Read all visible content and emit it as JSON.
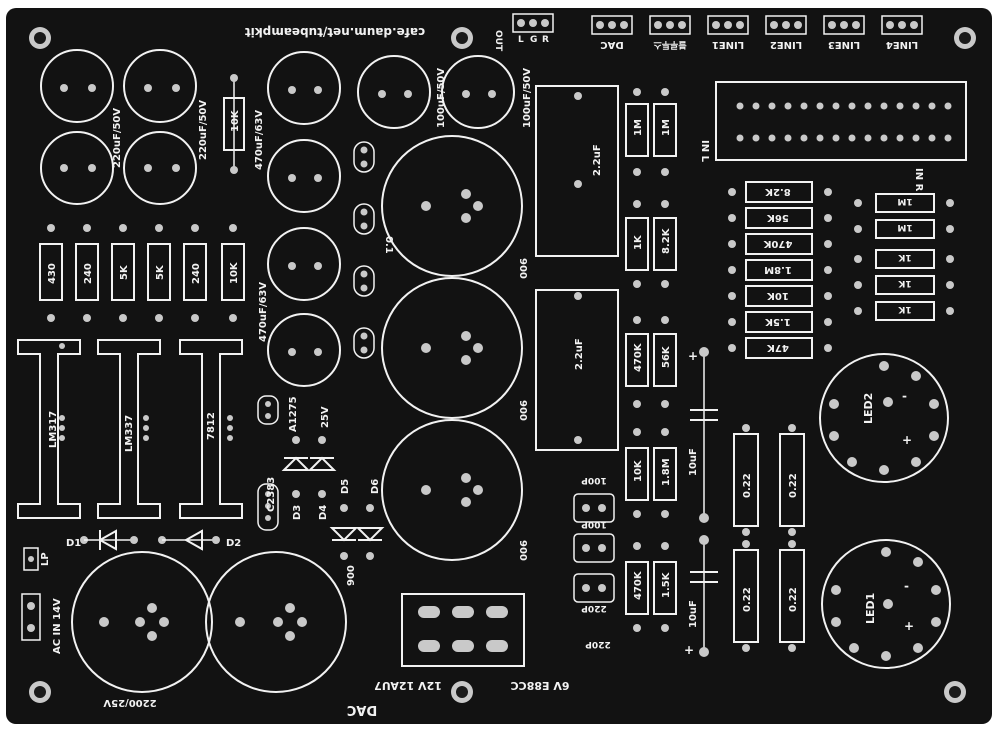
{
  "board": {
    "url_text": "cafe.daum.net/tubeampkit",
    "out_label": "OUT",
    "out_pins": [
      "L",
      "G",
      "R"
    ],
    "inputs": [
      "DAC",
      "블루투스",
      "LINE1",
      "LINE2",
      "LINE3",
      "LINE4"
    ],
    "in_l": "IN L",
    "in_r": "IN R",
    "caps_small_rating": "220uF/50V",
    "caps_small_rating2": "220uF/50V",
    "res_10k_top": "10K",
    "cap_470_a": "470uF/63V",
    "cap_470_b": "470uF/63V",
    "cap_100_a": "100uF/50V",
    "cap_100_b": "100uF/50V",
    "film_cap_1": "2.2uF",
    "film_cap_2": "2.2uF",
    "res_1m_a": "1M",
    "res_1m_b": "1M",
    "res_1k": "1K",
    "res_82k": "8.2K",
    "res_470k_a": "470K",
    "res_56k": "56K",
    "res_10k_b": "10K",
    "res_18m": "1.8M",
    "res_470k_b": "470K",
    "res_15k": "1.5K",
    "left_resistors": [
      "430",
      "240",
      "5K",
      "5K",
      "240",
      "10K"
    ],
    "right_resistor_column": [
      "8.2K",
      "56K",
      "470K",
      "1.8M",
      "10K",
      "1.5K",
      "47K"
    ],
    "far_right_resistors": [
      "1M",
      "1M",
      "1K",
      "1K",
      "1K"
    ],
    "big_cap_label": "900",
    "cap_01": "0.1",
    "reg_labels": [
      "LM317",
      "LM337",
      "7812"
    ],
    "transistors": [
      "A1275",
      "C2383"
    ],
    "voltage_25v": "25V",
    "diodes": [
      "D1",
      "D2",
      "D3",
      "D4",
      "D5",
      "D6"
    ],
    "lp_label": "LP",
    "ac_label": "AC IN 14V",
    "main_cap": "2200/25V",
    "dac_label": "DAC",
    "tube_labels": [
      "12V 12AU7",
      "6V E88CC"
    ],
    "small_caps": [
      "100P",
      "100P",
      "220P",
      "220P"
    ],
    "elec_10uf": [
      "10uF",
      "10uF"
    ],
    "plus": "+",
    "minus": "-",
    "res_022": [
      "0.22",
      "0.22",
      "0.22",
      "0.22"
    ],
    "leds": [
      "LED2",
      "LED1"
    ]
  }
}
